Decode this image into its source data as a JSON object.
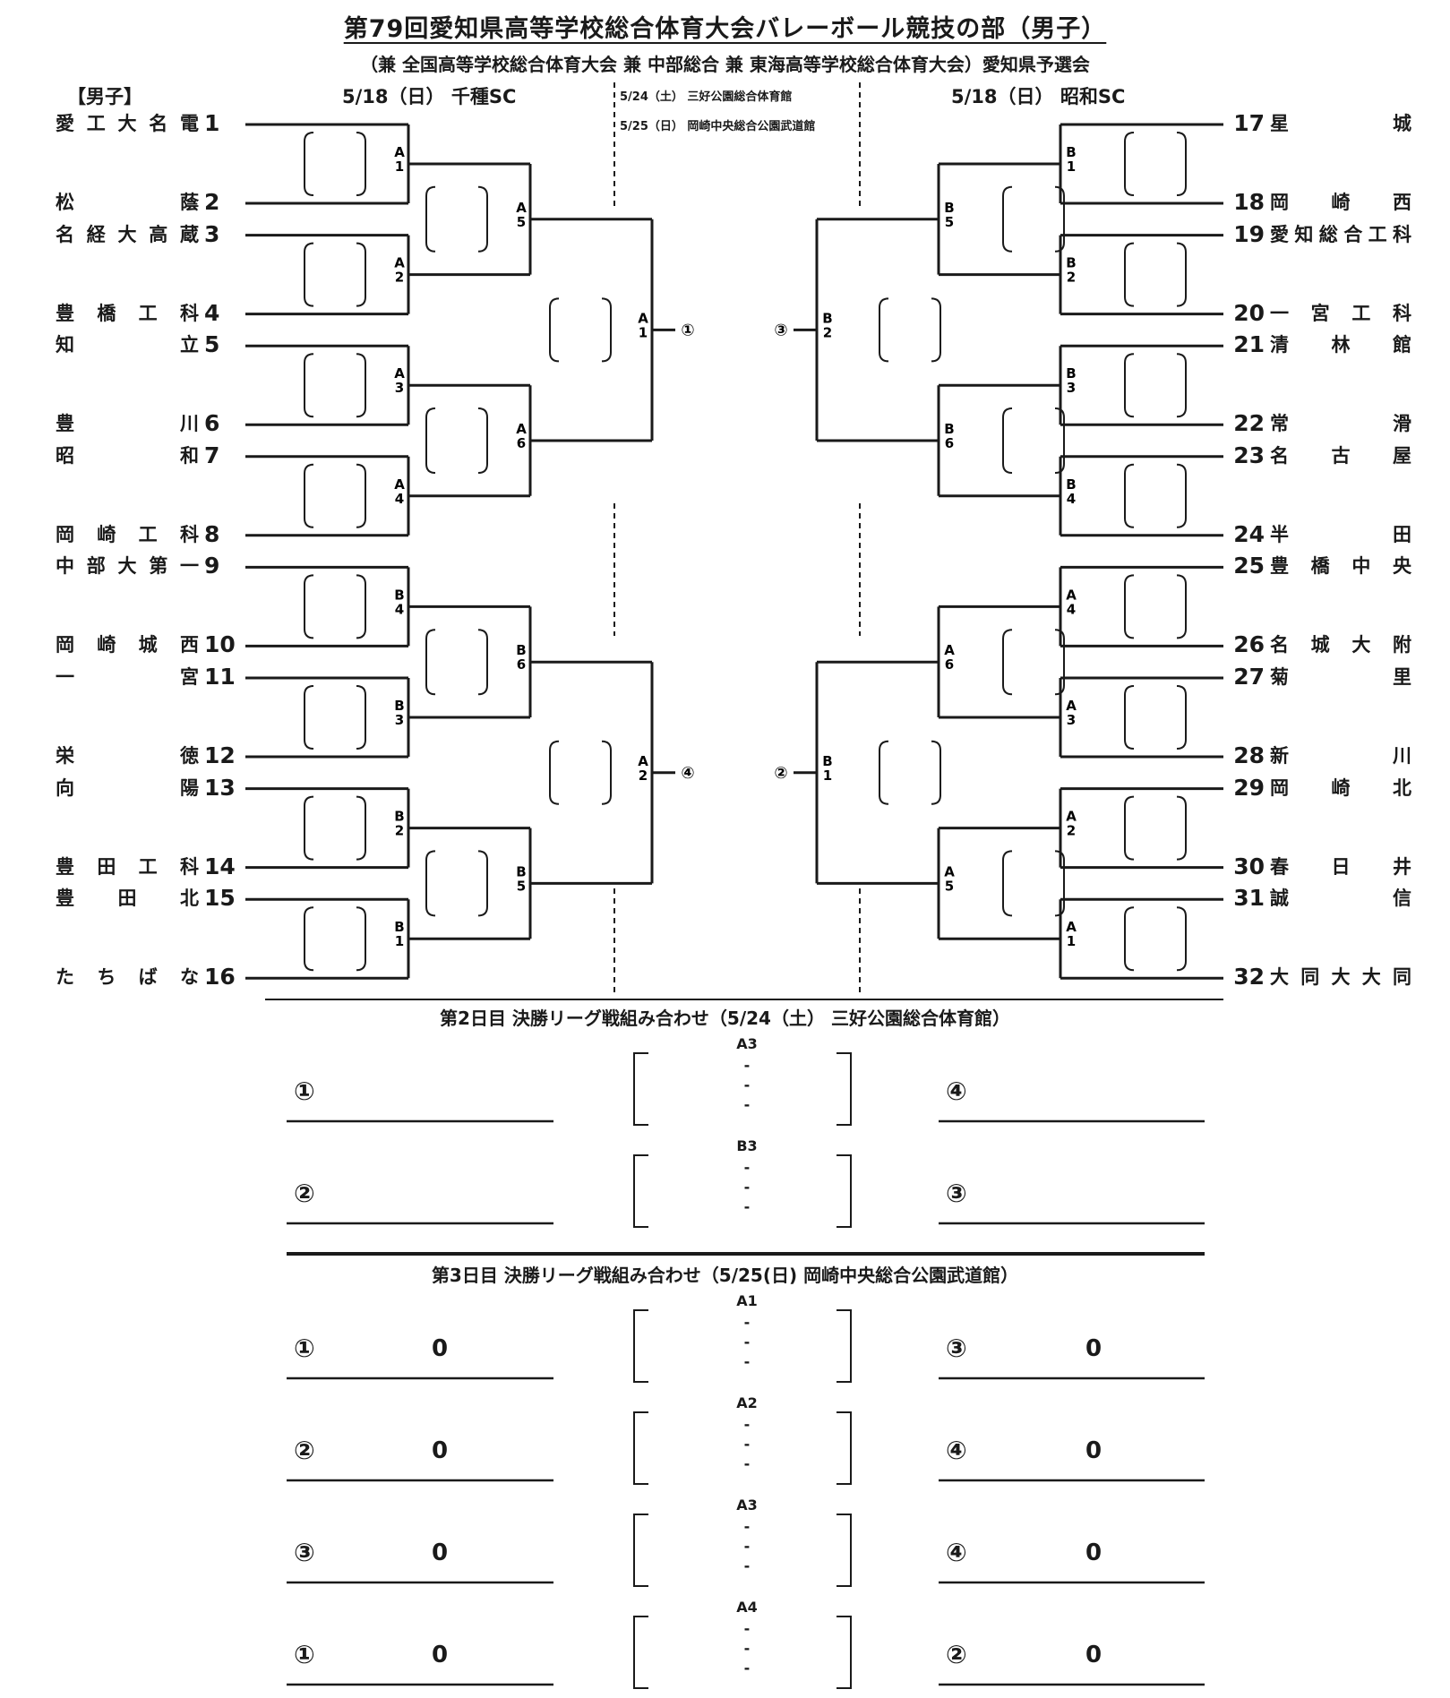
{
  "title": "第79回愛知県高等学校総合体育大会バレーボール競技の部（男子）",
  "subtitle": "（兼 全国高等学校総合体育大会 兼 中部総合 兼 東海高等学校総合体育大会）愛知県予選会",
  "category": "【男子】",
  "left_venue": "5/18（日） 千種SC",
  "right_venue": "5/18（日） 昭和SC",
  "center_venue_1": "5/24（土） 三好公園総合体育館",
  "center_venue_2": "5/25（日） 岡崎中央総合公園武道館",
  "left_teams": [
    {
      "name": "愛工大名電",
      "no": "1"
    },
    {
      "name": "松蔭",
      "no": "2"
    },
    {
      "name": "名経大高蔵",
      "no": "3"
    },
    {
      "name": "豊橋工科",
      "no": "4"
    },
    {
      "name": "知立",
      "no": "5"
    },
    {
      "name": "豊川",
      "no": "6"
    },
    {
      "name": "昭和",
      "no": "7"
    },
    {
      "name": "岡崎工科",
      "no": "8"
    },
    {
      "name": "中部大第一",
      "no": "9"
    },
    {
      "name": "岡崎城西",
      "no": "10"
    },
    {
      "name": "一宮",
      "no": "11"
    },
    {
      "name": "栄徳",
      "no": "12"
    },
    {
      "name": "向陽",
      "no": "13"
    },
    {
      "name": "豊田工科",
      "no": "14"
    },
    {
      "name": "豊田北",
      "no": "15"
    },
    {
      "name": "たちばな",
      "no": "16"
    }
  ],
  "right_teams": [
    {
      "name": "星城",
      "no": "17"
    },
    {
      "name": "岡崎西",
      "no": "18"
    },
    {
      "name": "愛知総合工科",
      "no": "19"
    },
    {
      "name": "一宮工科",
      "no": "20"
    },
    {
      "name": "清林館",
      "no": "21"
    },
    {
      "name": "常滑",
      "no": "22"
    },
    {
      "name": "名古屋",
      "no": "23"
    },
    {
      "name": "半田",
      "no": "24"
    },
    {
      "name": "豊橋中央",
      "no": "25"
    },
    {
      "name": "名城大附",
      "no": "26"
    },
    {
      "name": "菊里",
      "no": "27"
    },
    {
      "name": "新川",
      "no": "28"
    },
    {
      "name": "岡崎北",
      "no": "29"
    },
    {
      "name": "春日井",
      "no": "30"
    },
    {
      "name": "誠信",
      "no": "31"
    },
    {
      "name": "大同大大同",
      "no": "32"
    }
  ],
  "left_r1_labels": [
    "A1",
    "A2",
    "A3",
    "A4",
    "B4",
    "B3",
    "B2",
    "B1"
  ],
  "left_r2_labels": [
    "A5",
    "A6",
    "B6",
    "B5"
  ],
  "left_r3_labels": [
    "A1",
    "A2"
  ],
  "right_r1_labels": [
    "B1",
    "B2",
    "B3",
    "B4",
    "A4",
    "A3",
    "A2",
    "A1"
  ],
  "right_r2_labels": [
    "B5",
    "B6",
    "A6",
    "A5"
  ],
  "right_r3_labels": [
    "B2",
    "B1"
  ],
  "left_winner_marks": [
    "①",
    "④"
  ],
  "right_winner_marks": [
    "③",
    "②"
  ],
  "day2": {
    "title": "第2日目 決勝リーグ戦組み合わせ（5/24（土） 三好公園総合体育館）",
    "matches": [
      {
        "court": "A3",
        "left": "①",
        "right": "④",
        "left_score": "",
        "right_score": ""
      },
      {
        "court": "B3",
        "left": "②",
        "right": "③",
        "left_score": "",
        "right_score": ""
      }
    ]
  },
  "day3": {
    "title": "第3日目 決勝リーグ戦組み合わせ（5/25(日) 岡崎中央総合公園武道館）",
    "matches": [
      {
        "court": "A1",
        "left": "①",
        "right": "③",
        "left_score": "0",
        "right_score": "0"
      },
      {
        "court": "A2",
        "left": "②",
        "right": "④",
        "left_score": "0",
        "right_score": "0"
      },
      {
        "court": "A3",
        "left": "③",
        "right": "④",
        "left_score": "0",
        "right_score": "0"
      },
      {
        "court": "A4",
        "left": "①",
        "right": "②",
        "left_score": "0",
        "right_score": "0"
      }
    ]
  },
  "dash": "-"
}
